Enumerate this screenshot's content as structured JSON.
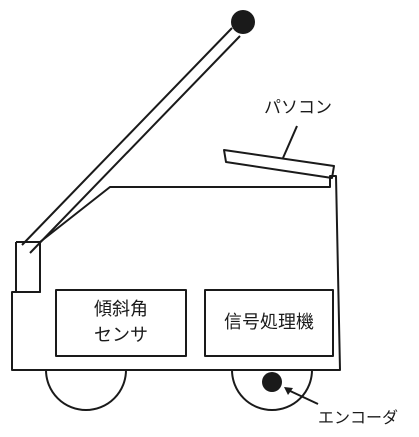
{
  "labels": {
    "pc": "パソコン",
    "tilt_sensor_line1": "傾斜角",
    "tilt_sensor_line2": "センサ",
    "signal_processor": "信号処理機",
    "encoder": "エンコーダ"
  },
  "colors": {
    "line": "#1a1a1a",
    "background": "#ffffff",
    "ball": "#1a1a1a"
  }
}
